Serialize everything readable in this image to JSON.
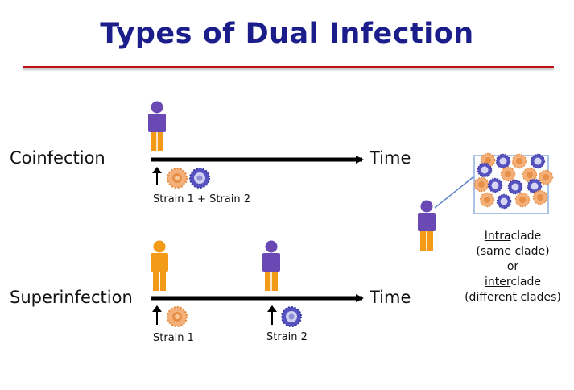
{
  "title": "Types of Dual Infection",
  "colors": {
    "title": "#1b1e8a",
    "rule": "#c0101a",
    "person_purple": "#6a49b5",
    "person_orange": "#f39a18",
    "virus_orange": "#f0a35e",
    "virus_purple": "#4b47b0"
  },
  "coinfection": {
    "label": "Coinfection",
    "axis_label": "Time",
    "strains_label": "Strain 1 + Strain 2"
  },
  "superinfection": {
    "label": "Superinfection",
    "axis_label": "Time",
    "strain1_label": "Strain 1",
    "strain2_label": "Strain 2"
  },
  "side": {
    "intra_prefix": "Intra",
    "intra_suffix": "clade",
    "line2": "(same clade)",
    "line3": "or",
    "inter_prefix": "inter",
    "inter_suffix": "clade",
    "line5": "(different clades)"
  }
}
